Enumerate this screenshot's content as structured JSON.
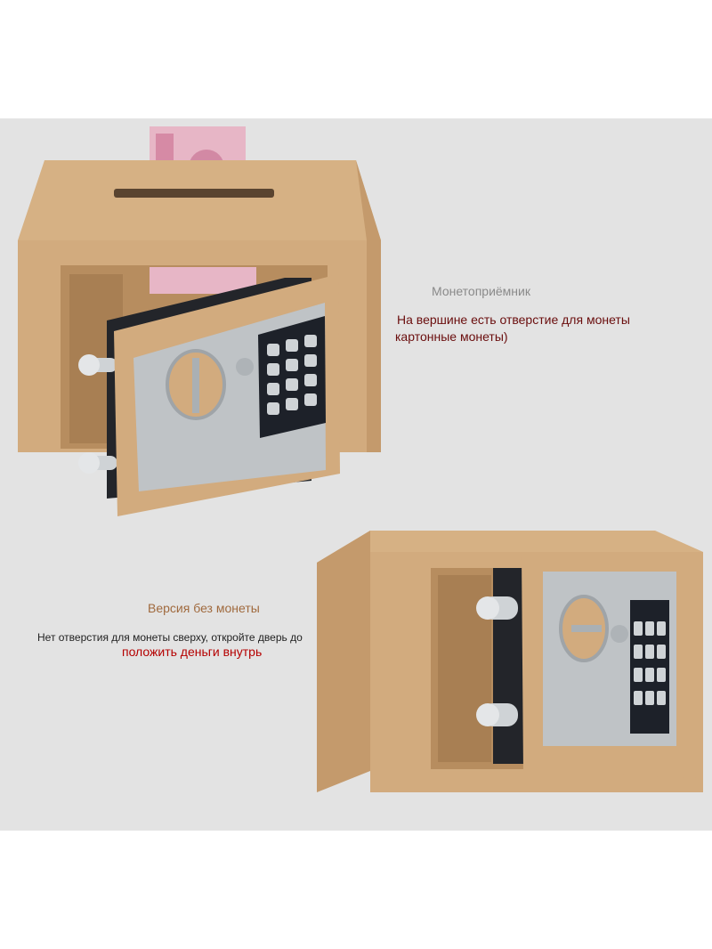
{
  "coin_version": {
    "title": "Монетоприёмник",
    "description_line1": "На вершине есть отверстие для монеты",
    "description_line2": "картонные монеты)"
  },
  "no_coin_version": {
    "title": "Версия без монеты",
    "description_line1": "Нет отверстия для монеты сверху, откройте дверь до",
    "description_line2": "положить деньги внутрь"
  },
  "colors": {
    "panel_background": "#e3e3e3",
    "safe_body": "#d2ab7e",
    "safe_door_plate": "#bfc3c6",
    "keypad": "#1d2129",
    "accent_red_text": "#b50000",
    "dark_red_text": "#6a0d0d"
  }
}
